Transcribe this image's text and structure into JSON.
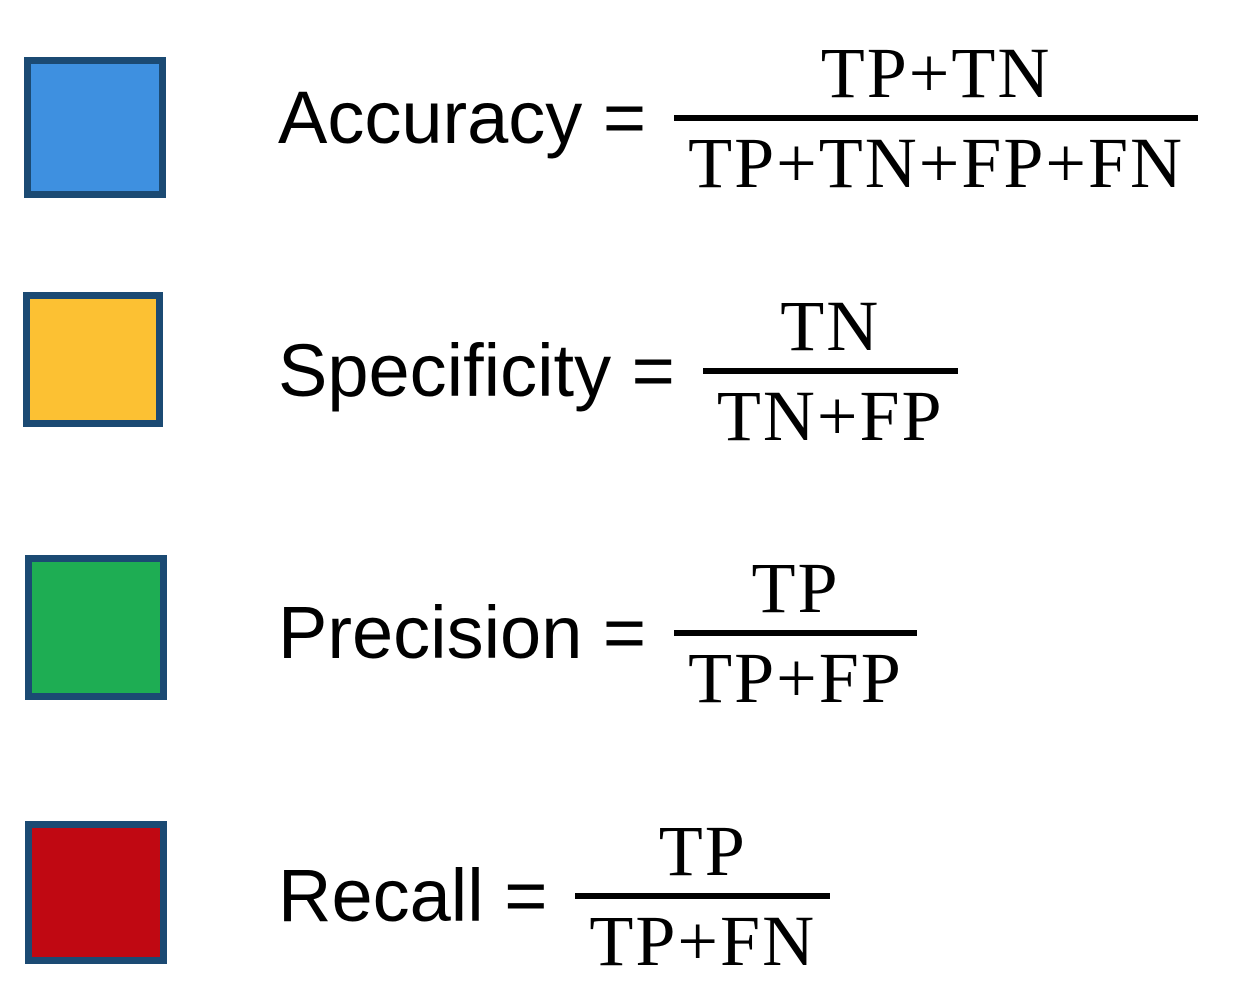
{
  "figure": {
    "background_color": "#FFFFFF",
    "text_color": "#000000",
    "swatch_border_color": "#1B4A73",
    "fraction_bar_color": "#000000"
  },
  "rows": [
    {
      "name": "accuracy",
      "swatch_color": "#3E90E0",
      "label": "Accuracy =",
      "numerator": "TP+TN",
      "denominator": "TP+TN+FP+FN"
    },
    {
      "name": "specificity",
      "swatch_color": "#FCC133",
      "label": "Specificity =",
      "numerator": "TN",
      "denominator": "TN+FP"
    },
    {
      "name": "precision",
      "swatch_color": "#1EAD53",
      "label": "Precision =",
      "numerator": "TP",
      "denominator": "TP+FP"
    },
    {
      "name": "recall",
      "swatch_color": "#C00812",
      "label": "Recall =",
      "numerator": "TP",
      "denominator": "TP+FN"
    }
  ]
}
